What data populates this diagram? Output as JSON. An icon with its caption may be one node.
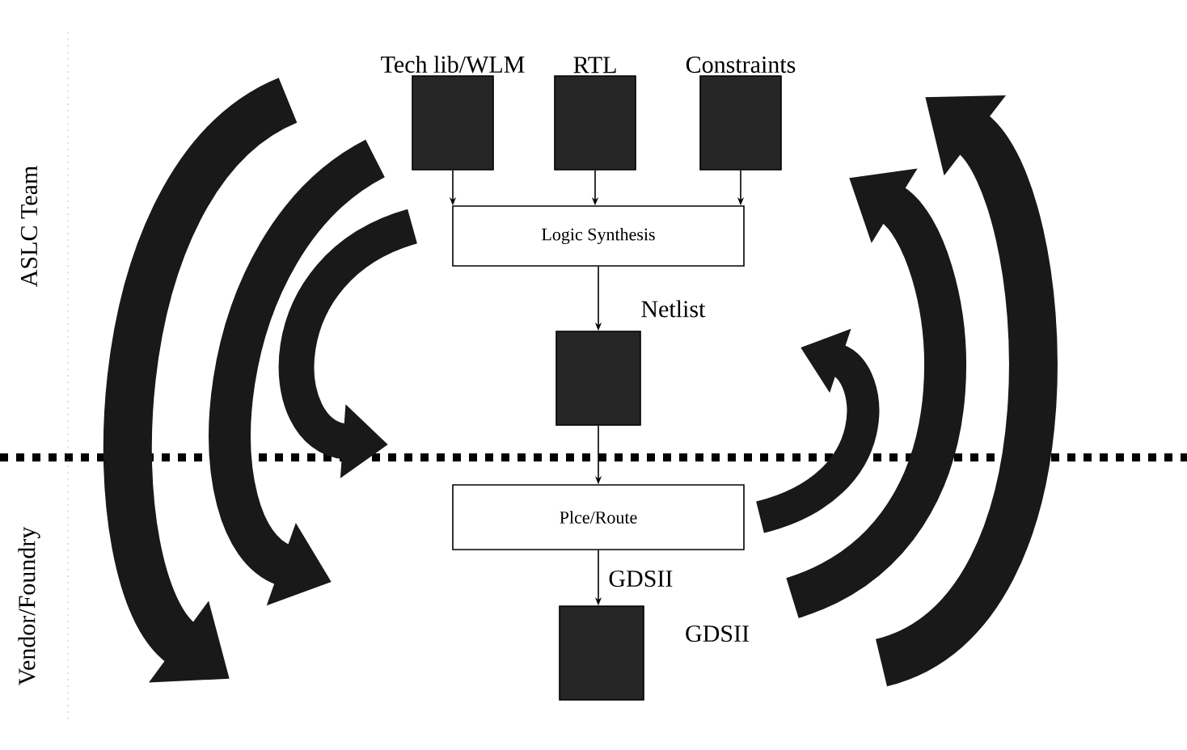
{
  "diagram": {
    "nodes": [
      {
        "text": [
          "Tech lib/WLM"
        ]
      },
      {
        "text": [
          "RTL"
        ]
      },
      {
        "text": [
          "Constraints"
        ]
      },
      {
        "text": [
          "Logic Synthesis"
        ]
      },
      {
        "text": [],
        "shape": "box"
      },
      {
        "text": [
          "Plce/Route"
        ]
      },
      {
        "text": [],
        "shape": "box",
        "beside": [
          "GDSII"
        ]
      }
    ],
    "edges": [
      {
        "from": 0,
        "to": 3,
        "arrow": "to"
      },
      {
        "from": 1,
        "to": 3,
        "arrow": "to"
      },
      {
        "from": 2,
        "to": 3,
        "arrow": "to"
      },
      {
        "from": 3,
        "to": 4,
        "arrow": "to",
        "label": "Netlist"
      },
      {
        "from": 4,
        "to": 5,
        "arrow": "to"
      },
      {
        "from": 5,
        "to": 6,
        "arrow": "to",
        "label": "GDSII"
      }
    ],
    "labels": [
      "ASLC Team",
      "Vendor/Foundry"
    ]
  }
}
